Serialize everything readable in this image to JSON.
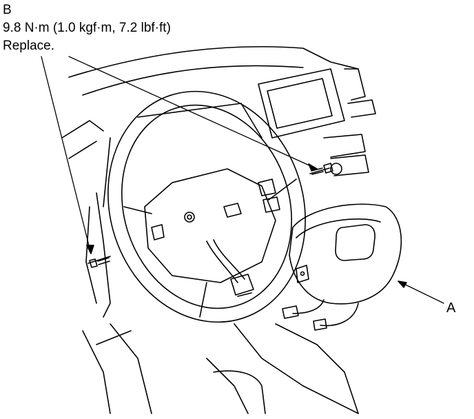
{
  "callouts": {
    "bolt_label": "B",
    "torque": "9.8 N·m (1.0 kgf·m, 7.2 lbf·ft)",
    "bolt_note": "Replace.",
    "airbag_label": "A"
  },
  "colors": {
    "line": "#000000",
    "background": "#ffffff"
  }
}
